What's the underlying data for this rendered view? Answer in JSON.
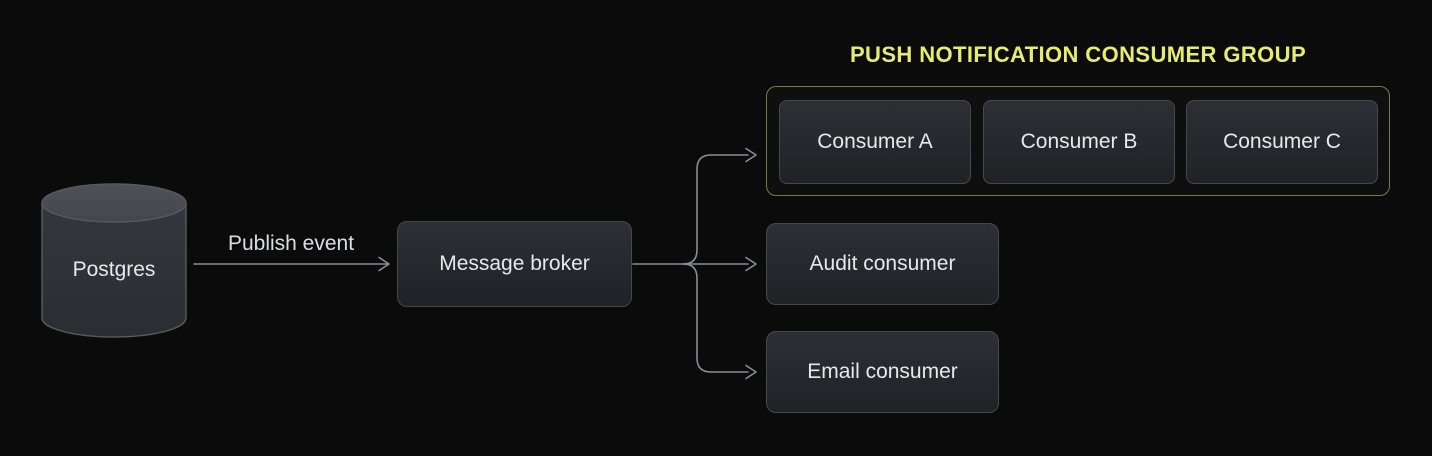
{
  "diagram": {
    "source": {
      "label": "Postgres"
    },
    "publish_arrow": {
      "label": "Publish event"
    },
    "broker": {
      "label": "Message broker"
    },
    "push_group": {
      "title": "PUSH NOTIFICATION CONSUMER GROUP",
      "consumers": [
        {
          "label": "Consumer A"
        },
        {
          "label": "Consumer B"
        },
        {
          "label": "Consumer C"
        }
      ]
    },
    "audit": {
      "label": "Audit consumer"
    },
    "email": {
      "label": "Email consumer"
    },
    "colors": {
      "background": "#0b0b0c",
      "node_fill_top": "#2c2f34",
      "node_fill_bottom": "#202226",
      "node_border": "#45484e",
      "node_text": "#e7e8ea",
      "connector": "#8a8d92",
      "group_border": "#787c44",
      "group_title": "#e6ec6e",
      "cylinder_body": "#2e3136",
      "cylinder_top": "#494c52",
      "cylinder_stroke": "#55585e",
      "label_text": "#dcdee0"
    }
  }
}
